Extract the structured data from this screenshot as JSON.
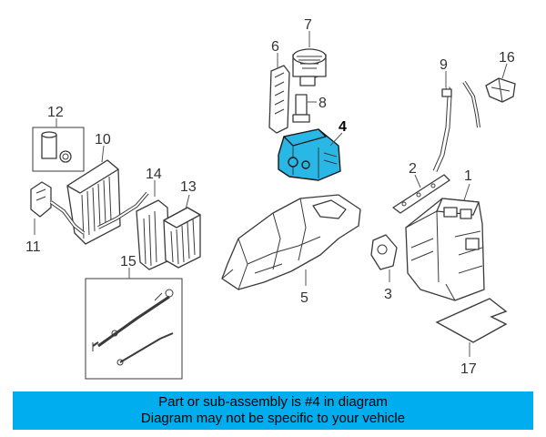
{
  "callouts": [
    {
      "id": "1",
      "label": "1"
    },
    {
      "id": "2",
      "label": "2"
    },
    {
      "id": "3",
      "label": "3"
    },
    {
      "id": "4",
      "label": "4"
    },
    {
      "id": "5",
      "label": "5"
    },
    {
      "id": "6",
      "label": "6"
    },
    {
      "id": "7",
      "label": "7"
    },
    {
      "id": "8",
      "label": "8"
    },
    {
      "id": "9",
      "label": "9"
    },
    {
      "id": "10",
      "label": "10"
    },
    {
      "id": "11",
      "label": "11"
    },
    {
      "id": "12",
      "label": "12"
    },
    {
      "id": "13",
      "label": "13"
    },
    {
      "id": "14",
      "label": "14"
    },
    {
      "id": "15",
      "label": "15"
    },
    {
      "id": "16",
      "label": "16"
    },
    {
      "id": "17",
      "label": "17"
    }
  ],
  "highlighted_part": "4",
  "colors": {
    "highlight": "#29b8e6",
    "banner": "#00aeef",
    "line": "#3a3a3a"
  },
  "banner": {
    "line1": "Part or sub-assembly is #4 in diagram",
    "line2": "Diagram may not be specific to your vehicle"
  }
}
